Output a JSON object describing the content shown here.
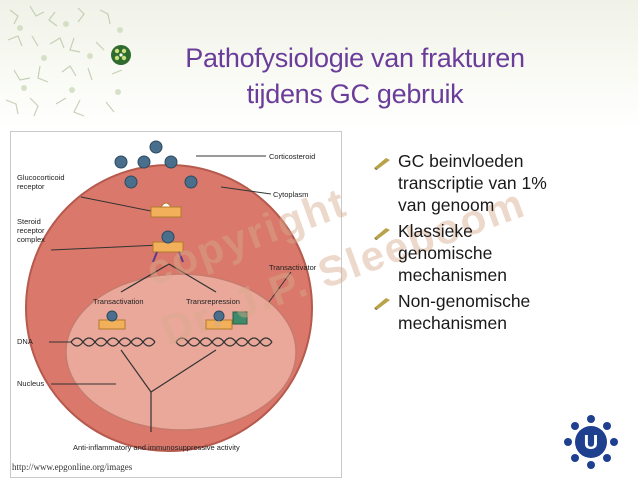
{
  "title": {
    "line1": "Pathofysiologie van frakturen",
    "line2": "tijdens GC gebruik"
  },
  "bullets": [
    {
      "text": "GC beinvloeden\ntranscriptie van 1%\nvan genoom"
    },
    {
      "text": "Klassieke\ngenomische\nmechanismen"
    },
    {
      "text": "Non-genomische\nmechanismen"
    }
  ],
  "watermark": {
    "line1": "copyright",
    "line2": "Dr. J.P. Sleeboom"
  },
  "figure": {
    "labels": {
      "corticosteroid": "Corticosteroid",
      "gc_receptor_1": "Glucocorticoid",
      "gc_receptor_2": "receptor",
      "cytoplasm": "Cytoplasm",
      "steroid_1": "Steroid",
      "steroid_2": "receptor",
      "steroid_3": "complex",
      "transactivator": "Transactivator",
      "transactivation": "Transactivation",
      "transrepression": "Transrepression",
      "dna": "DNA",
      "nucleus": "Nucleus",
      "activity": "Anti-inflammatory and immunosuppressive activity"
    }
  },
  "source": "http://www.epgonline.org/images",
  "logo": {
    "letter": "U"
  },
  "colors": {
    "title": "#6b3d9a",
    "cell": "#d9786b",
    "nucleus": "#e9a89a",
    "molecule": "#4a6f8c",
    "receptor": "#f2b05a",
    "bullet_icon": "#b8a34a"
  }
}
